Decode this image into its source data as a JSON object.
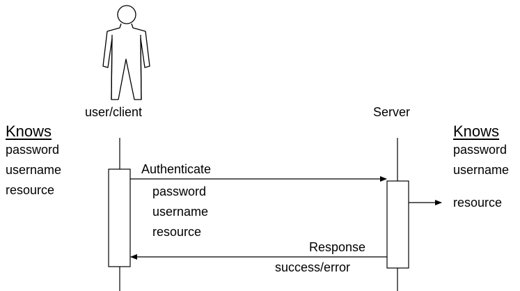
{
  "actors": {
    "client": {
      "label": "user/client"
    },
    "server": {
      "label": "Server"
    }
  },
  "client_knows": {
    "heading": "Knows",
    "items": [
      "password",
      "username",
      "resource"
    ]
  },
  "server_knows": {
    "heading": "Knows",
    "items": [
      "password",
      "username"
    ]
  },
  "messages": {
    "authenticate": {
      "label": "Authenticate",
      "params": [
        "password",
        "username",
        "resource"
      ]
    },
    "response": {
      "label": "Response",
      "detail": "success/error"
    },
    "server_output": {
      "label": "resource"
    }
  }
}
